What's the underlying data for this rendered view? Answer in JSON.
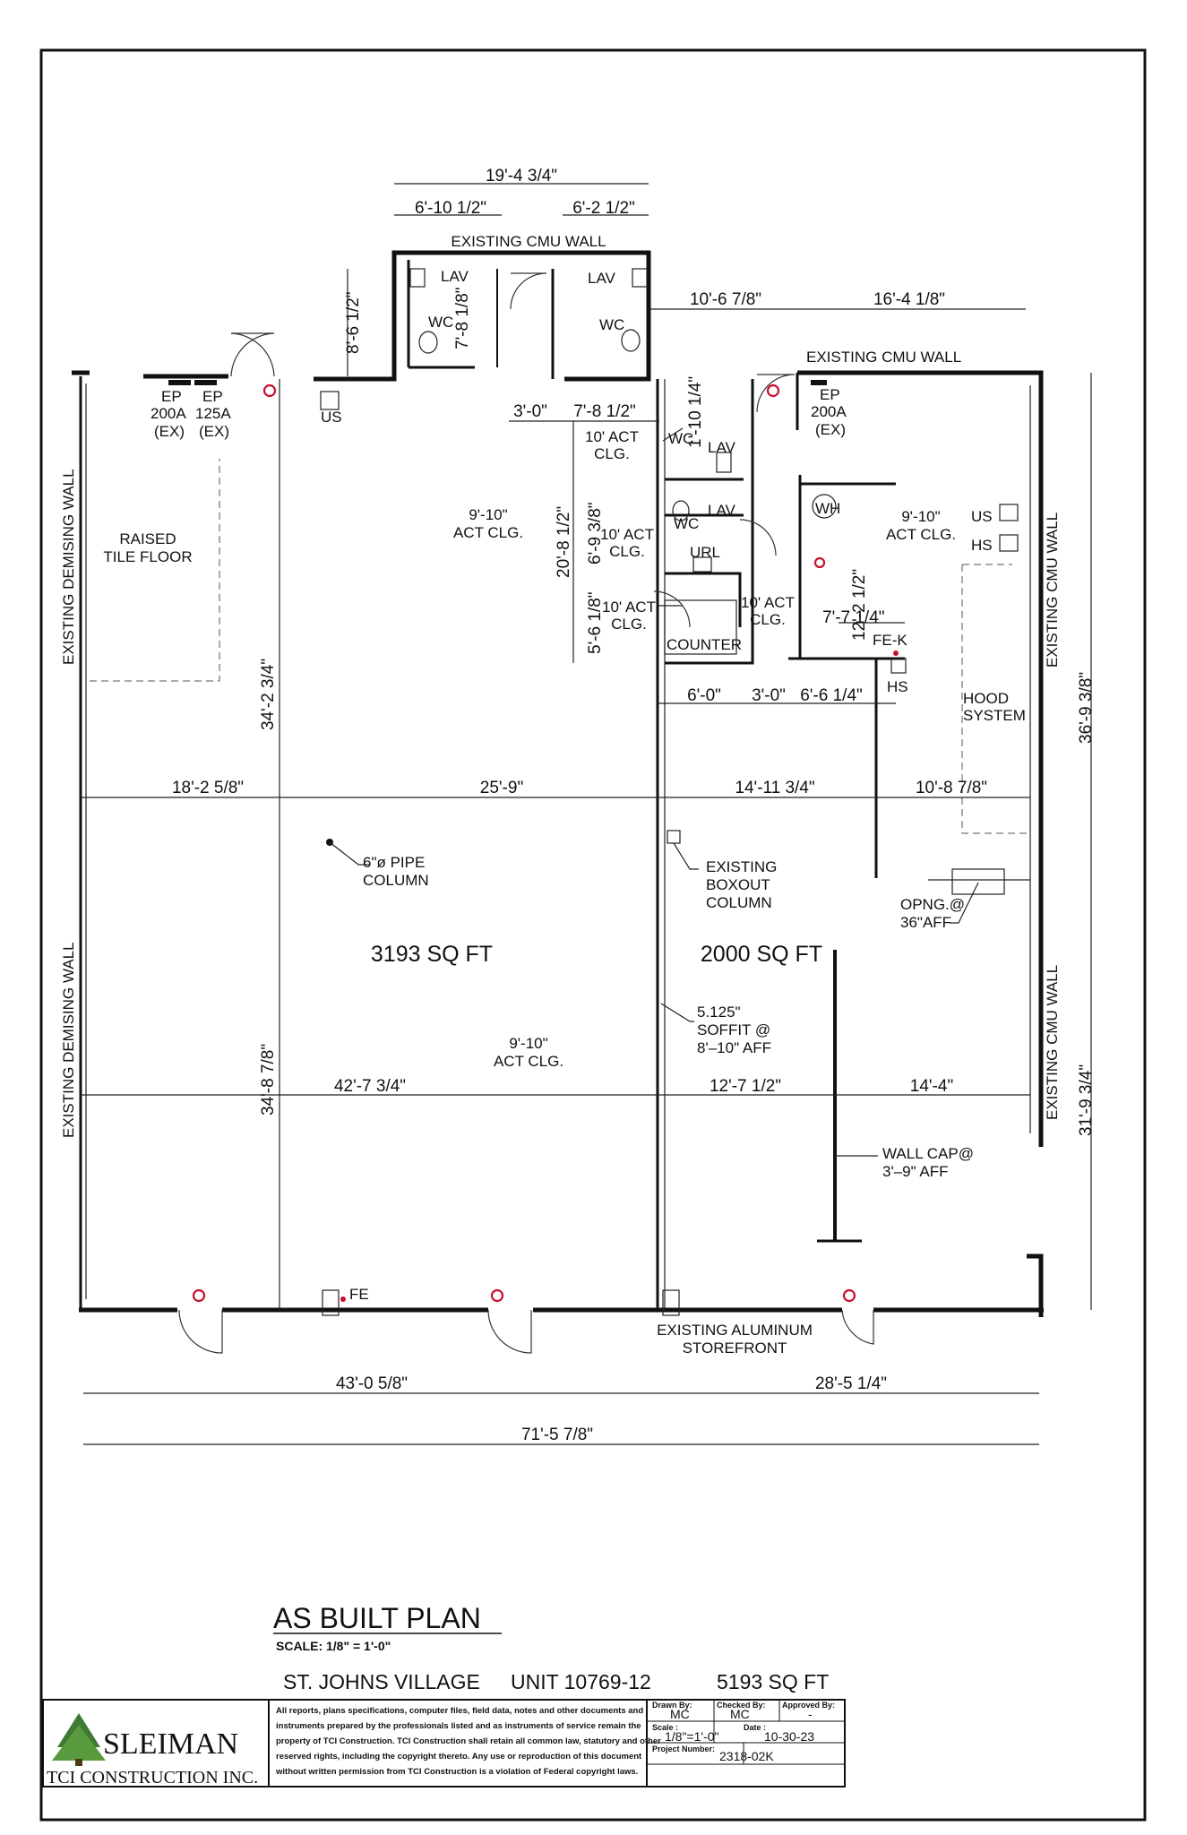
{
  "plan": {
    "title": "AS BUILT PLAN",
    "scale": "SCALE: 1/8\" = 1'-0\"",
    "project_line": {
      "location": "ST. JOHNS VILLAGE",
      "unit": "UNIT 10769-12",
      "area": "5193 SQ FT"
    },
    "areas": {
      "left": "3193 SQ FT",
      "right": "2000 SQ FT"
    },
    "rooms": {
      "lav_left": "LAV",
      "wc_left": "WC",
      "lav_right": "LAV",
      "wc_right": "WC",
      "wc_mid": "WC",
      "lav_mid1": "LAV",
      "lav_mid2": "LAV",
      "wc_mid2": "WC",
      "url": "URL",
      "counter": "COUNTER",
      "wh": "WH",
      "raised_tile_1": "RAISED",
      "raised_tile_2": "TILE FLOOR"
    },
    "ceilings": {
      "c1a": "9'-10\"",
      "c1b": "ACT CLG.",
      "c2a": "10' ACT",
      "c2b": "CLG.",
      "c3a": "10' ACT",
      "c3b": "CLG.",
      "c4a": "10' ACT",
      "c4b": "CLG.",
      "c5a": "10' ACT",
      "c5b": "CLG.",
      "c6a": "9'-10\"",
      "c6b": "ACT CLG.",
      "c7a": "9'-10\"",
      "c7b": "ACT CLG."
    },
    "equipment": {
      "ep1a": "EP",
      "ep1b": "200A",
      "ep1c": "(EX)",
      "ep2a": "EP",
      "ep2b": "125A",
      "ep2c": "(EX)",
      "ep3a": "EP",
      "ep3b": "200A",
      "ep3c": "(EX)",
      "us1": "US",
      "us2": "US",
      "hs1": "HS",
      "hs2": "HS",
      "fek": "FE-K",
      "fe": "FE",
      "hood1": "HOOD",
      "hood2": "SYSTEM"
    },
    "walls": {
      "cmu_top": "EXISTING  CMU  WALL",
      "cmu_right_top": "EXISTING  CMU  WALL",
      "cmu_vert1": "EXISTING CMU WALL",
      "cmu_vert2": "EXISTING CMU WALL",
      "demise1": "EXISTING DEMISING WALL",
      "demise2": "EXISTING DEMISING WALL",
      "storefront1": "EXISTING  ALUMINUM",
      "storefront2": "STOREFRONT"
    },
    "notes": {
      "pipe1": "6\"ø PIPE",
      "pipe2": "COLUMN",
      "box1": "EXISTING",
      "box2": "BOXOUT",
      "box3": "COLUMN",
      "opng1": "OPNG.@",
      "opng2": "36\"AFF",
      "soffit1": "5.125\"",
      "soffit2": "SOFFIT  @",
      "soffit3": "8'–10\"  AFF",
      "wallcap1": "WALL  CAP@",
      "wallcap2": "3'–9\"  AFF"
    },
    "dimensions": {
      "d_top_total": "19'-4 3/4\"",
      "d_top_left": "6'-10 1/2\"",
      "d_top_right": "6'-2 1/2\"",
      "d_86": "8'-6 1/2\"",
      "d_78": "7'-8 1/8\"",
      "d_1067": "10'-6 7/8\"",
      "d_1641": "16'-4 1/8\"",
      "d_30": "3'-0\"",
      "d_7812": "7'-8 1/2\"",
      "d_2081": "20'-8 1/2\"",
      "d_6938": "6'-9 3/8\"",
      "d_5618": "5'-6 1/8\"",
      "d_12212": "12'-2 1/2\"",
      "d_7714": "7'-7 1/4\"",
      "d_1410": "1'-10 1/4\"",
      "d_60": "6'-0\"",
      "d_30b": "3'-0\"",
      "d_6614": "6'-6 1/4\"",
      "d_3934": "34'-2 3/4\"",
      "d_36938": "36'-9 3/8\"",
      "d_18258": "18'-2 5/8\"",
      "d_259": "25'-9\"",
      "d_141134": "14'-11 3/4\"",
      "d_10878": "10'-8 7/8\"",
      "d_34878": "34'-8 7/8\"",
      "d_42734": "42'-7 3/4\"",
      "d_12712": "12'-7 1/2\"",
      "d_144": "14'-4\"",
      "d_31934": "31'-9 3/4\"",
      "d_43058": "43'-0 5/8\"",
      "d_28514": "28'-5 1/4\"",
      "d_71578": "71'-5 7/8\""
    }
  },
  "title_block": {
    "company": "SLEIMAN",
    "company_sub": "TCI CONSTRUCTION INC.",
    "legal": [
      "All reports, plans specifications, computer files, field data, notes and other documents and",
      "instruments prepared by the professionals listed and as instruments of service remain the",
      "property of TCI Construction.  TCI Construction shall retain all common law, statutory and other",
      "reserved rights, including the copyright thereto.  Any use or reproduction of this document",
      "without written permission from TCI Construction is a violation of Federal copyright laws."
    ],
    "drawn_by_label": "Drawn By:",
    "drawn_by": "MC",
    "checked_by_label": "Checked By:",
    "checked_by": "MC",
    "approved_by_label": "Approved By:",
    "approved_by": "-",
    "scale_label": "Scale :",
    "scale": "1/8\"=1'-0\"",
    "date_label": "Date :",
    "date": "10-30-23",
    "project_number_label": "Project Number:",
    "project_number": "2318-02K"
  }
}
